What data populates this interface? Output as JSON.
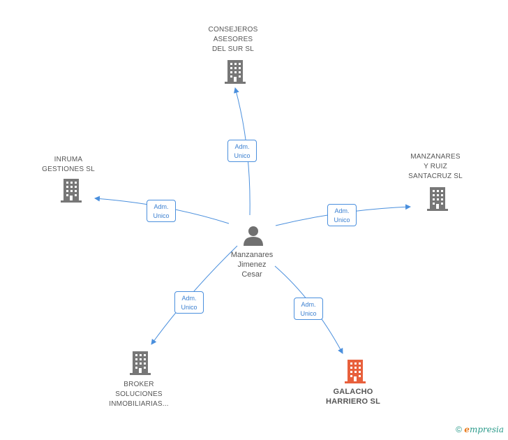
{
  "center": {
    "name": "Manzanares\nJimenez\nCesar",
    "icon": "person-icon"
  },
  "companies": [
    {
      "id": "consejeros",
      "name": "CONSEJEROS\nASESORES\nDEL SUR SL",
      "role": "Adm.\nUnico",
      "highlight": false,
      "icon": "building-icon"
    },
    {
      "id": "inruma",
      "name": "INRUMA\nGESTIONES SL",
      "role": "Adm.\nUnico",
      "highlight": false,
      "icon": "building-icon"
    },
    {
      "id": "manzanares-ruiz",
      "name": "MANZANARES\nY RUIZ\nSANTACRUZ SL",
      "role": "Adm.\nUnico",
      "highlight": false,
      "icon": "building-icon"
    },
    {
      "id": "broker",
      "name": "BROKER\nSOLUCIONES\nINMOBILIARIAS...",
      "role": "Adm.\nUnico",
      "highlight": false,
      "icon": "building-icon"
    },
    {
      "id": "galacho",
      "name": "GALACHO\nHARRIERO SL",
      "role": "Adm.\nUnico",
      "highlight": true,
      "icon": "building-icon"
    }
  ],
  "colors": {
    "edge": "#4a8fdd",
    "building": "#777777",
    "building_highlight": "#e8603c",
    "person": "#707070"
  },
  "footer": {
    "copyright": "©",
    "brand_first": "e",
    "brand_rest": "mpresia"
  }
}
